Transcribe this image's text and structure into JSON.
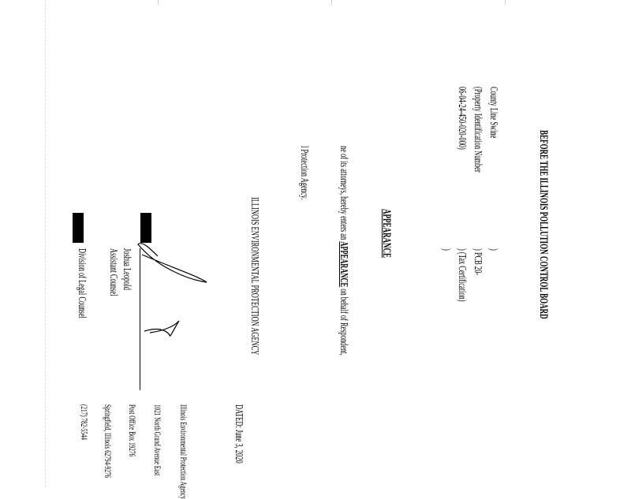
{
  "document": {
    "title": "BEFORE THE ILLINOIS POLLUTION CONTROL BOARD",
    "caption": {
      "party_lines": [
        "County Line Swine",
        "(Property Identification Number",
        "06-04-24-450-020-000)"
      ],
      "case_lines": [
        ")",
        ") PCB 20-",
        ") (Tax Certification)",
        ")"
      ]
    },
    "heading": "APPEARANCE",
    "body": {
      "line1_pre": "ne of its attorneys, hereby enters an ",
      "line1_emph": "APPEARANCE",
      "line1_post": " on behalf of Respondent,",
      "line2": "l Protection Agency."
    },
    "agency": "ILLINOIS ENVIRONMENTAL PROTECTION AGENCY",
    "signature": {
      "name": "Joshua Leopold",
      "title": "Assistant Counsel",
      "division": "Division of Legal Counsel"
    },
    "dated": "DATED: June 3, 2020",
    "address_lines": [
      "Illinois Environmental Protection Agency",
      "1021 North Grand Avenue East",
      "Post Office Box 19276",
      "Springfield, Illinois 62794-9276",
      "(217) 782-5544"
    ]
  }
}
